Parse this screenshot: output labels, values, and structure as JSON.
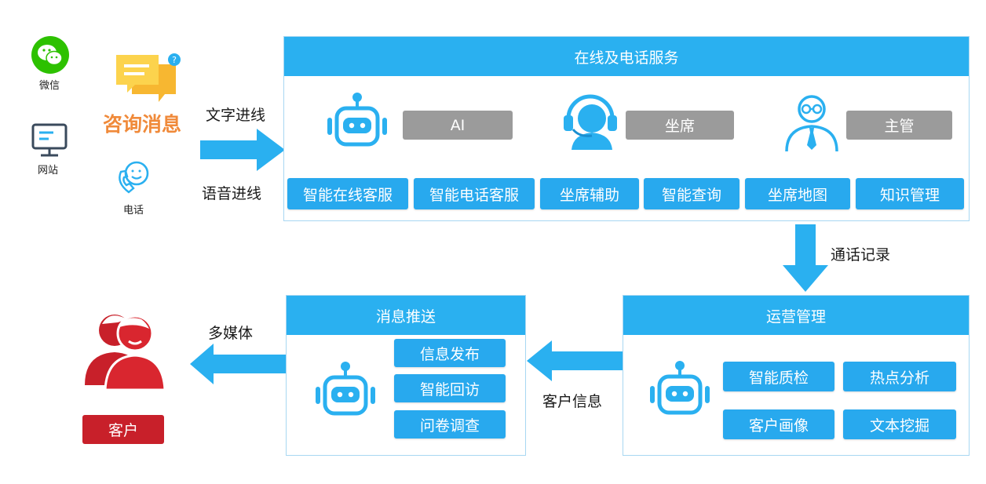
{
  "left_sources": {
    "wechat": {
      "label": "微信",
      "icon": "wechat-icon"
    },
    "website": {
      "label": "网站",
      "icon": "monitor-icon"
    },
    "phone": {
      "label": "电话",
      "icon": "phone-icon"
    },
    "consult": {
      "label": "咨询消息",
      "icon": "chat-bubbles-icon"
    }
  },
  "flows": {
    "text_in": "文字进线",
    "voice_in": "语音进线",
    "call_records": "通话记录",
    "customer_info": "客户信息",
    "multimedia": "多媒体"
  },
  "online_phone_service": {
    "title": "在线及电话服务",
    "roles": [
      {
        "label": "AI",
        "icon": "robot-icon"
      },
      {
        "label": "坐席",
        "icon": "headset-agent-icon"
      },
      {
        "label": "主管",
        "icon": "manager-icon"
      }
    ],
    "features": [
      "智能在线客服",
      "智能电话客服",
      "坐席辅助",
      "智能查询",
      "坐席地图",
      "知识管理"
    ]
  },
  "operation_management": {
    "title": "运营管理",
    "features": [
      "智能质检",
      "热点分析",
      "客户画像",
      "文本挖掘"
    ]
  },
  "message_push": {
    "title": "消息推送",
    "features": [
      "信息发布",
      "智能回访",
      "问卷调查"
    ]
  },
  "customer": {
    "label": "客户",
    "icon": "customers-icon"
  },
  "colors": {
    "primary_blue": "#2ab0f0",
    "button_blue": "#28a9ee",
    "gray": "#9b9b9b",
    "wechat_green": "#2dc100",
    "consult_orange": "#f08a3a",
    "customer_red": "#c8202a"
  }
}
